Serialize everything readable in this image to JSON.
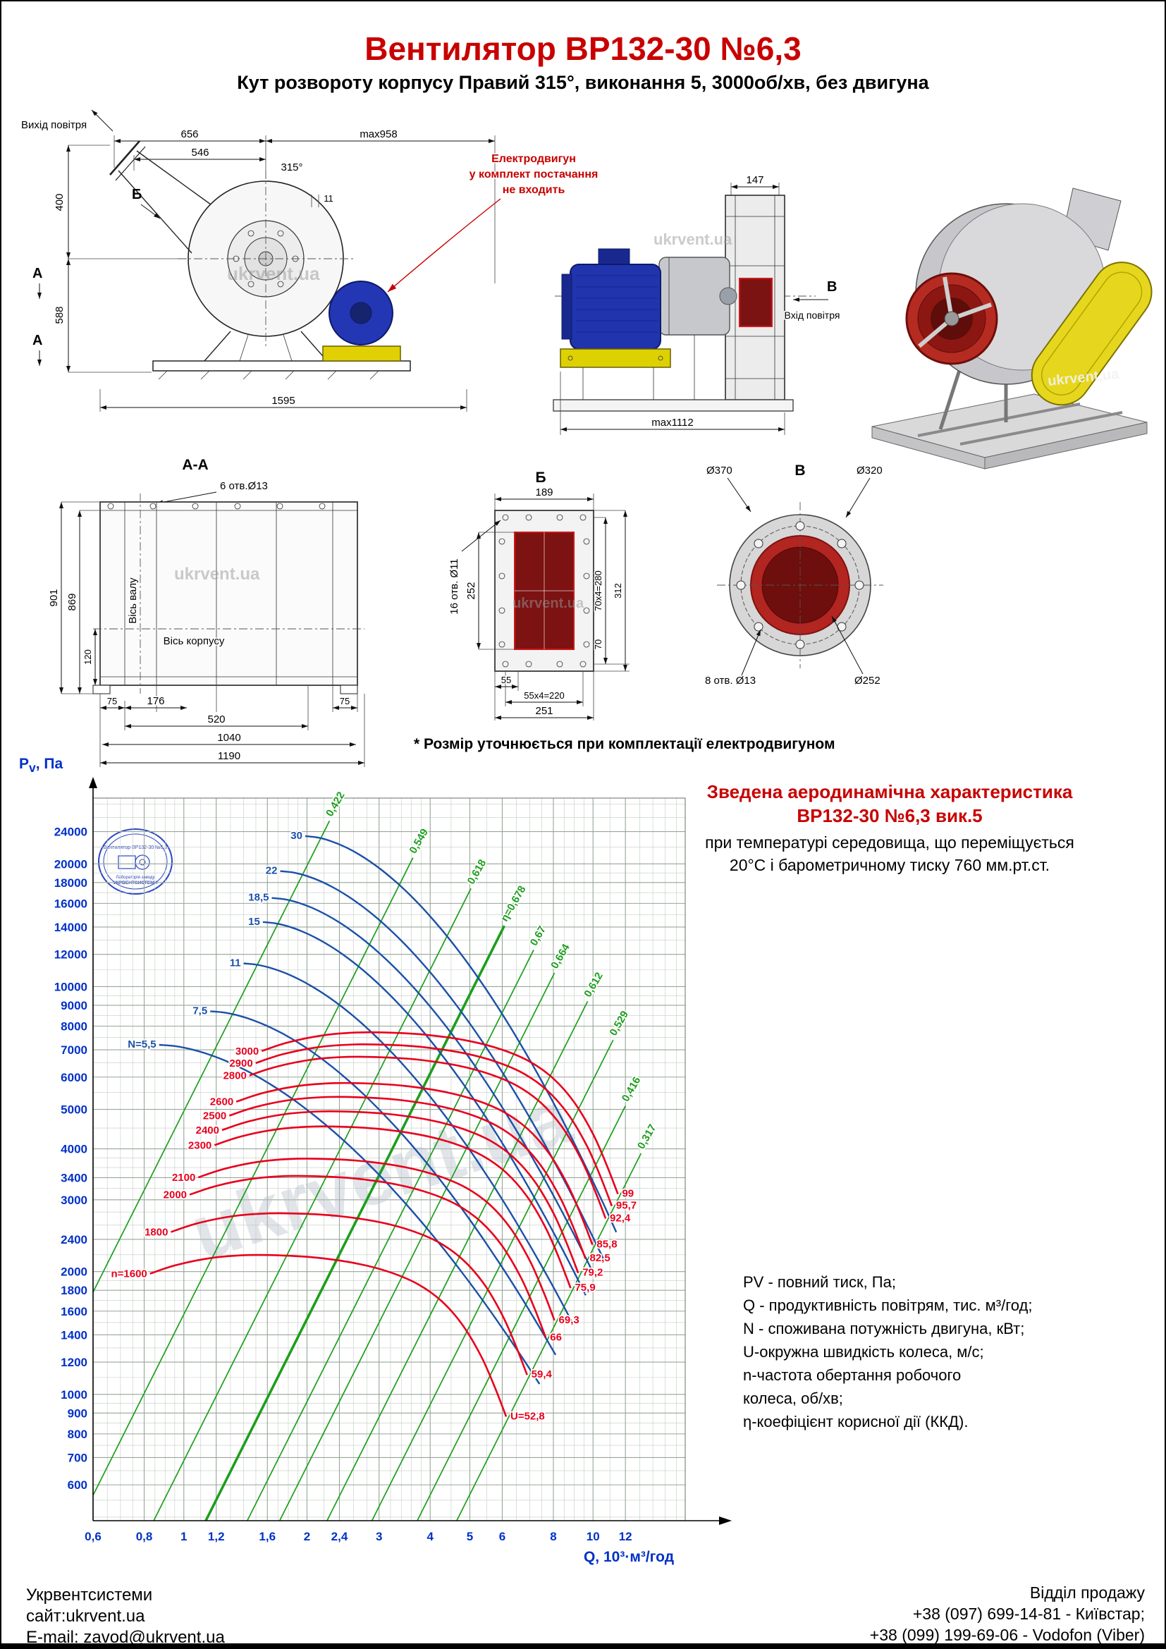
{
  "page": {
    "title": "Вентилятор ВР132-30 №6,3",
    "subtitle": "Кут розвороту корпусу Правий 315°, виконання 5, 3000об/хв, без двигуна",
    "note": "* Розмір уточнюється при комплектації електродвигуном"
  },
  "watermark": "ukrvent.ua",
  "side_view": {
    "air_out": "Вихід повітря",
    "d656": "656",
    "dmax958": "max958",
    "d546": "546",
    "angle315": "315°",
    "d11": "11",
    "d400": "400",
    "d588": "588",
    "d1595": "1595",
    "view_b": "Б",
    "sec_a1": "А",
    "sec_a2": "А",
    "motor_note_1": "Електродвигун",
    "motor_note_2": "у комплект постачання",
    "motor_note_3": "не входить"
  },
  "front_view": {
    "d147": "147",
    "view_v": "В",
    "air_in": "Вхід повітря",
    "dmax1112": "max1112"
  },
  "section_aa": {
    "title": "А-А",
    "holes": "6 отв.Ø13",
    "d901": "901",
    "d869": "869",
    "d120": "120",
    "axis_shaft": "Вісь валу",
    "axis_body": "Вісь корпусу",
    "d75l": "75",
    "d176": "176",
    "d75r": "75",
    "d520": "520",
    "d1040": "1040",
    "d1190": "1190"
  },
  "view_b": {
    "title": "Б",
    "d189": "189",
    "holes": "16 отв. Ø11",
    "d252": "252",
    "d70x4": "70х4=280",
    "d312": "312",
    "d70": "70",
    "d55": "55",
    "d55x4": "55х4=220",
    "d251": "251"
  },
  "view_v": {
    "title": "В",
    "d370": "Ø370",
    "d320": "Ø320",
    "holes": "8 отв. Ø13",
    "d252": "Ø252"
  },
  "chart": {
    "ylabel_p": "P",
    "ylabel_sub": "v",
    "ylabel_unit": ", Па",
    "title1": "Зведена аеродинамічна характеристика",
    "title2": "ВР132-30 №6,3 вик.5",
    "cond1": "при температурі середовища, що переміщується",
    "cond2": "20°С і барометричному тиску 760 мм.рт.ст.",
    "stamp1": "Вентилятор ВР132-30 №6,3",
    "stamp2": "Лабораторія заводу",
    "stamp3": "УКРВЕНТСИСТЕМИ",
    "legend": [
      "PV - повний тиск, Па;",
      "Q - продуктивність повітрям, тис. м³/год;",
      "N - споживана потужність двигуна, кВт;",
      "U-окружна швидкість колеса, м/с;",
      "n-частота обертання робочого",
      "колеса, об/хв;",
      "η-коефіцієнт корисної дії (ККД)."
    ]
  },
  "chart_data": {
    "type": "line",
    "title": "Зведена аеродинамічна характеристика ВР132-30 №6,3 вик.5",
    "xlabel": "Q, 10³·м³/год",
    "ylabel": "Pv, Па",
    "log_x": true,
    "log_y": true,
    "grid": true,
    "xlim": [
      0.6,
      16.8
    ],
    "ylim": [
      490,
      29000
    ],
    "x_ticks": [
      0.6,
      0.8,
      1,
      1.2,
      1.6,
      2,
      2.4,
      3,
      4,
      5,
      6,
      8,
      10,
      12
    ],
    "x_tick_labels": [
      "0,6",
      "0,8",
      "1",
      "1,2",
      "1,6",
      "2",
      "2,4",
      "3",
      "4",
      "5",
      "6",
      "8",
      "10",
      "12"
    ],
    "y_ticks": [
      600,
      700,
      800,
      900,
      1000,
      1200,
      1400,
      1600,
      1800,
      2000,
      2400,
      3000,
      3400,
      4000,
      5000,
      6000,
      7000,
      8000,
      9000,
      10000,
      12000,
      14000,
      16000,
      18000,
      20000,
      24000
    ],
    "rpm_base_curve": {
      "n": 3000,
      "points": [
        [
          1.55,
          6950
        ],
        [
          1.8,
          7300
        ],
        [
          2.2,
          7600
        ],
        [
          2.7,
          7720
        ],
        [
          3.3,
          7700
        ],
        [
          4,
          7600
        ],
        [
          5,
          7350
        ],
        [
          6,
          7000
        ],
        [
          7,
          6550
        ],
        [
          8,
          5950
        ],
        [
          9,
          5200
        ],
        [
          10,
          4350
        ],
        [
          10.8,
          3650
        ],
        [
          11.5,
          3100
        ]
      ]
    },
    "rpm_curves": [
      {
        "n": 3000,
        "label": "3000",
        "u_label": "99"
      },
      {
        "n": 2900,
        "label": "2900",
        "u_label": "95,7"
      },
      {
        "n": 2800,
        "label": "2800",
        "u_label": "92,4"
      },
      {
        "n": 2600,
        "label": "2600",
        "u_label": "85,8"
      },
      {
        "n": 2500,
        "label": "2500",
        "u_label": "82,5"
      },
      {
        "n": 2400,
        "label": "2400",
        "u_label": "79,2"
      },
      {
        "n": 2300,
        "label": "2300",
        "u_label": "75,9"
      },
      {
        "n": 2100,
        "label": "2100",
        "u_label": "69,3"
      },
      {
        "n": 2000,
        "label": "2000",
        "u_label": "66"
      },
      {
        "n": 1800,
        "label": "1800",
        "u_label": "59,4"
      },
      {
        "n": 1600,
        "label": "n=1600",
        "u_label": "U=52,8"
      }
    ],
    "power_curves": [
      {
        "N": 5.5,
        "label": "N=5,5",
        "start": [
          0.87,
          7200
        ],
        "end": [
          7.4,
          1060
        ]
      },
      {
        "N": 7.5,
        "label": "7,5",
        "start": [
          1.16,
          8700
        ],
        "end": [
          8.1,
          1250
        ]
      },
      {
        "N": 11,
        "label": "11",
        "start": [
          1.4,
          11400
        ],
        "end": [
          8.9,
          1500
        ]
      },
      {
        "N": 15,
        "label": "15",
        "start": [
          1.56,
          14400
        ],
        "end": [
          9.6,
          1750
        ]
      },
      {
        "N": 18.5,
        "label": "18,5",
        "start": [
          1.64,
          16500
        ],
        "end": [
          10.1,
          1950
        ]
      },
      {
        "N": 22,
        "label": "22",
        "start": [
          1.72,
          19200
        ],
        "end": [
          10.6,
          2150
        ]
      },
      {
        "N": 30,
        "label": "30",
        "start": [
          1.98,
          23400
        ],
        "end": [
          11.4,
          2500
        ]
      }
    ],
    "efficiency_lines": [
      {
        "eta": 0.422,
        "label": "0,422",
        "top": [
          2.27,
          25500
        ]
      },
      {
        "eta": 0.549,
        "label": "0,549",
        "top": [
          3.63,
          20700
        ]
      },
      {
        "eta": 0.618,
        "label": "0,618",
        "top": [
          5.03,
          17400
        ]
      },
      {
        "eta": 0.678,
        "label": "η=0,678",
        "top": [
          6.07,
          14100
        ],
        "thick": true
      },
      {
        "eta": 0.67,
        "label": "0,67",
        "top": [
          7.16,
          12300
        ]
      },
      {
        "eta": 0.664,
        "label": "0,664",
        "top": [
          8.05,
          10800
        ]
      },
      {
        "eta": 0.612,
        "label": "0,612",
        "top": [
          9.7,
          9200
        ]
      },
      {
        "eta": 0.529,
        "label": "0,529",
        "top": [
          11.2,
          7400
        ]
      },
      {
        "eta": 0.416,
        "label": "0,416",
        "top": [
          12.0,
          5100
        ]
      },
      {
        "eta": 0.317,
        "label": "0,317",
        "top": [
          13.1,
          3900
        ]
      }
    ]
  },
  "footer": {
    "company": "Укрвентсистеми",
    "site": "сайт:ukrvent.ua",
    "email": "E-mail: zavod@ukrvent.ua",
    "dept": "Відділ продажу",
    "phone1": "+38 (097) 699-14-81 - Київстар;",
    "phone2": "+38 (099) 199-69-06 - Vodofon (Viber)"
  }
}
